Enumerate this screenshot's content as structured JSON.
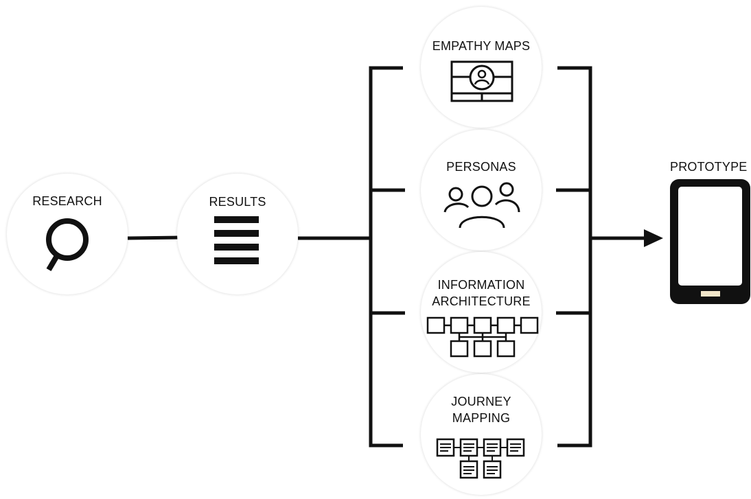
{
  "nodes": {
    "research": {
      "label": "RESEARCH",
      "icon": "magnifier-icon"
    },
    "results": {
      "label": "RESULTS",
      "icon": "list-icon"
    },
    "empathy_maps": {
      "label": "EMPATHY MAPS",
      "icon": "empathy-map-icon"
    },
    "personas": {
      "label": "PERSONAS",
      "icon": "people-icon"
    },
    "information_architecture": {
      "label_line1": "INFORMATION",
      "label_line2": "ARCHITECTURE",
      "icon": "sitemap-icon"
    },
    "journey_mapping": {
      "label_line1": "JOURNEY",
      "label_line2": "MAPPING",
      "icon": "journey-map-icon"
    },
    "prototype": {
      "label": "PROTOTYPE",
      "icon": "tablet-icon"
    }
  },
  "colors": {
    "stroke": "#111111",
    "background": "#ffffff",
    "accent": "#f2e6c9"
  }
}
